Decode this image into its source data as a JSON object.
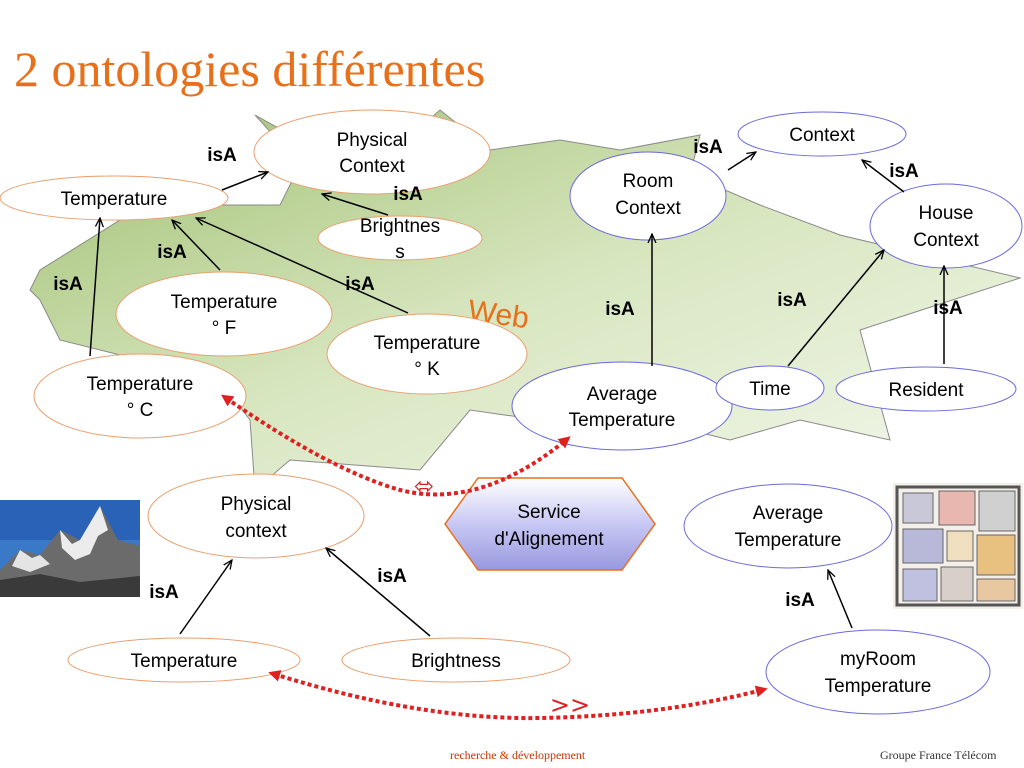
{
  "slide": {
    "title": "2 ontologies différentes",
    "web_label": "Web",
    "footer_left": "recherche & développement",
    "footer_right": "Groupe France Télécom"
  },
  "top_ontology": {
    "nodes": {
      "physical_context": [
        "Physical",
        "Context"
      ],
      "temperature": [
        "Temperature"
      ],
      "brightness": [
        "Brightnes",
        "s"
      ],
      "temperature_f": [
        "Temperature",
        "°  F"
      ],
      "temperature_k": [
        "Temperature",
        "°  K"
      ],
      "temperature_c": [
        "Temperature",
        "°  C"
      ],
      "room_context": [
        "Room",
        "Context"
      ],
      "context": [
        "Context"
      ],
      "house_context": [
        "House",
        "Context"
      ],
      "average_temperature": [
        "Average",
        "Temperature"
      ],
      "time": [
        "Time"
      ],
      "resident": [
        "Resident"
      ]
    }
  },
  "bottom_ontology": {
    "nodes": {
      "physical_context": [
        "Physical",
        "context"
      ],
      "temperature": [
        "Temperature"
      ],
      "brightness": [
        "Brightness"
      ],
      "average_temperature": [
        "Average",
        "Temperature"
      ],
      "myroom_temperature": [
        "myRoom",
        "Temperature"
      ]
    }
  },
  "relation_label": "isA",
  "service": [
    "Service",
    "d'Alignement"
  ],
  "equivalence_symbol": "⬄",
  "subsumption_symbol": ">>",
  "colors": {
    "title": "#e8701a",
    "web_cloud_fill": "#c9dba8",
    "web_cloud_stroke": "#8a8a8a",
    "node_orange": "#e8a070",
    "node_blue": "#6a6adc",
    "alignment_arrow": "#e02020",
    "service_fill": "#b8b8f0",
    "service_stroke": "#e8701a"
  },
  "icons": {
    "mountain_photo": "mountain-photo",
    "floor_plan": "floor-plan-image"
  }
}
